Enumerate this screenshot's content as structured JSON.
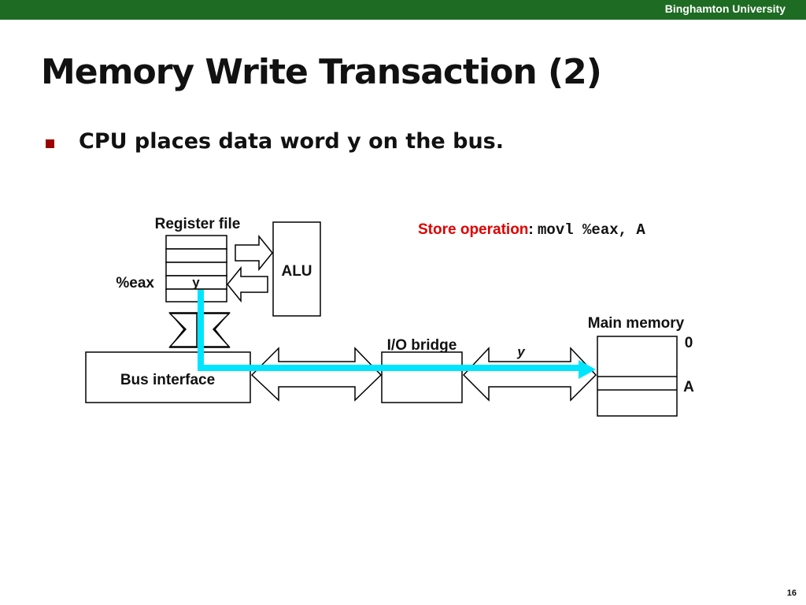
{
  "header": {
    "university": "Binghamton University"
  },
  "slide": {
    "title": "Memory Write Transaction (2)",
    "bullet": "CPU places data word y on the bus.",
    "page_number": "16"
  },
  "store": {
    "label": "Store operation",
    "colon": ":",
    "code": "movl %eax, A"
  },
  "diagram": {
    "register_file_label": "Register file",
    "eax_label": "%eax",
    "register_value": "y",
    "alu_label": "ALU",
    "bus_interface_label": "Bus interface",
    "io_bridge_label": "I/O bridge",
    "bus_data_label": "y",
    "main_memory_label": "Main memory",
    "address_zero": "0",
    "address_a": "A",
    "colors": {
      "accent_path": "#00e5ff",
      "header": "#1e6b23",
      "bullet": "#9b0000",
      "store_label": "#e00000"
    }
  }
}
